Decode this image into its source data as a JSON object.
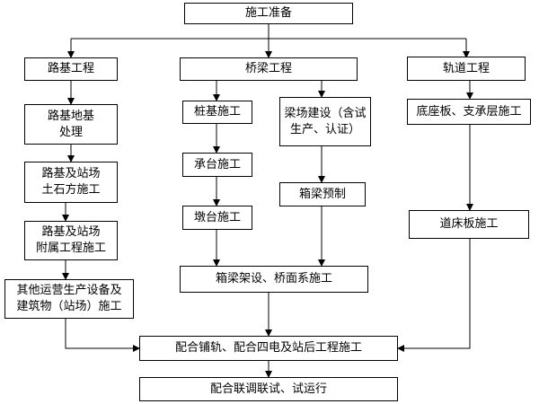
{
  "nodes": {
    "prep": "施工准备",
    "roadbed": "路基工程",
    "bridge": "桥梁工程",
    "track": "轨道工程",
    "roadbed_foundation": "路基地基\n处理",
    "earthwork": "路基及站场\n土石方施工",
    "ancillary": "路基及站场\n附属工程施工",
    "other_buildings": "其他运营生产设备及\n建筑物（站场）施工",
    "pile": "桩基施工",
    "cap": "承台施工",
    "pier": "墩台施工",
    "beam_yard": "梁场建设（含试\n生产、认证）",
    "beam_precast": "箱梁预制",
    "beam_erect": "箱梁架设、桥面系施工",
    "base_slab": "底座板、支承层施工",
    "track_bed": "道床板施工",
    "integration": "配合铺轨、配合四电及站后工程施工",
    "joint_test": "配合联调联试、试运行"
  }
}
